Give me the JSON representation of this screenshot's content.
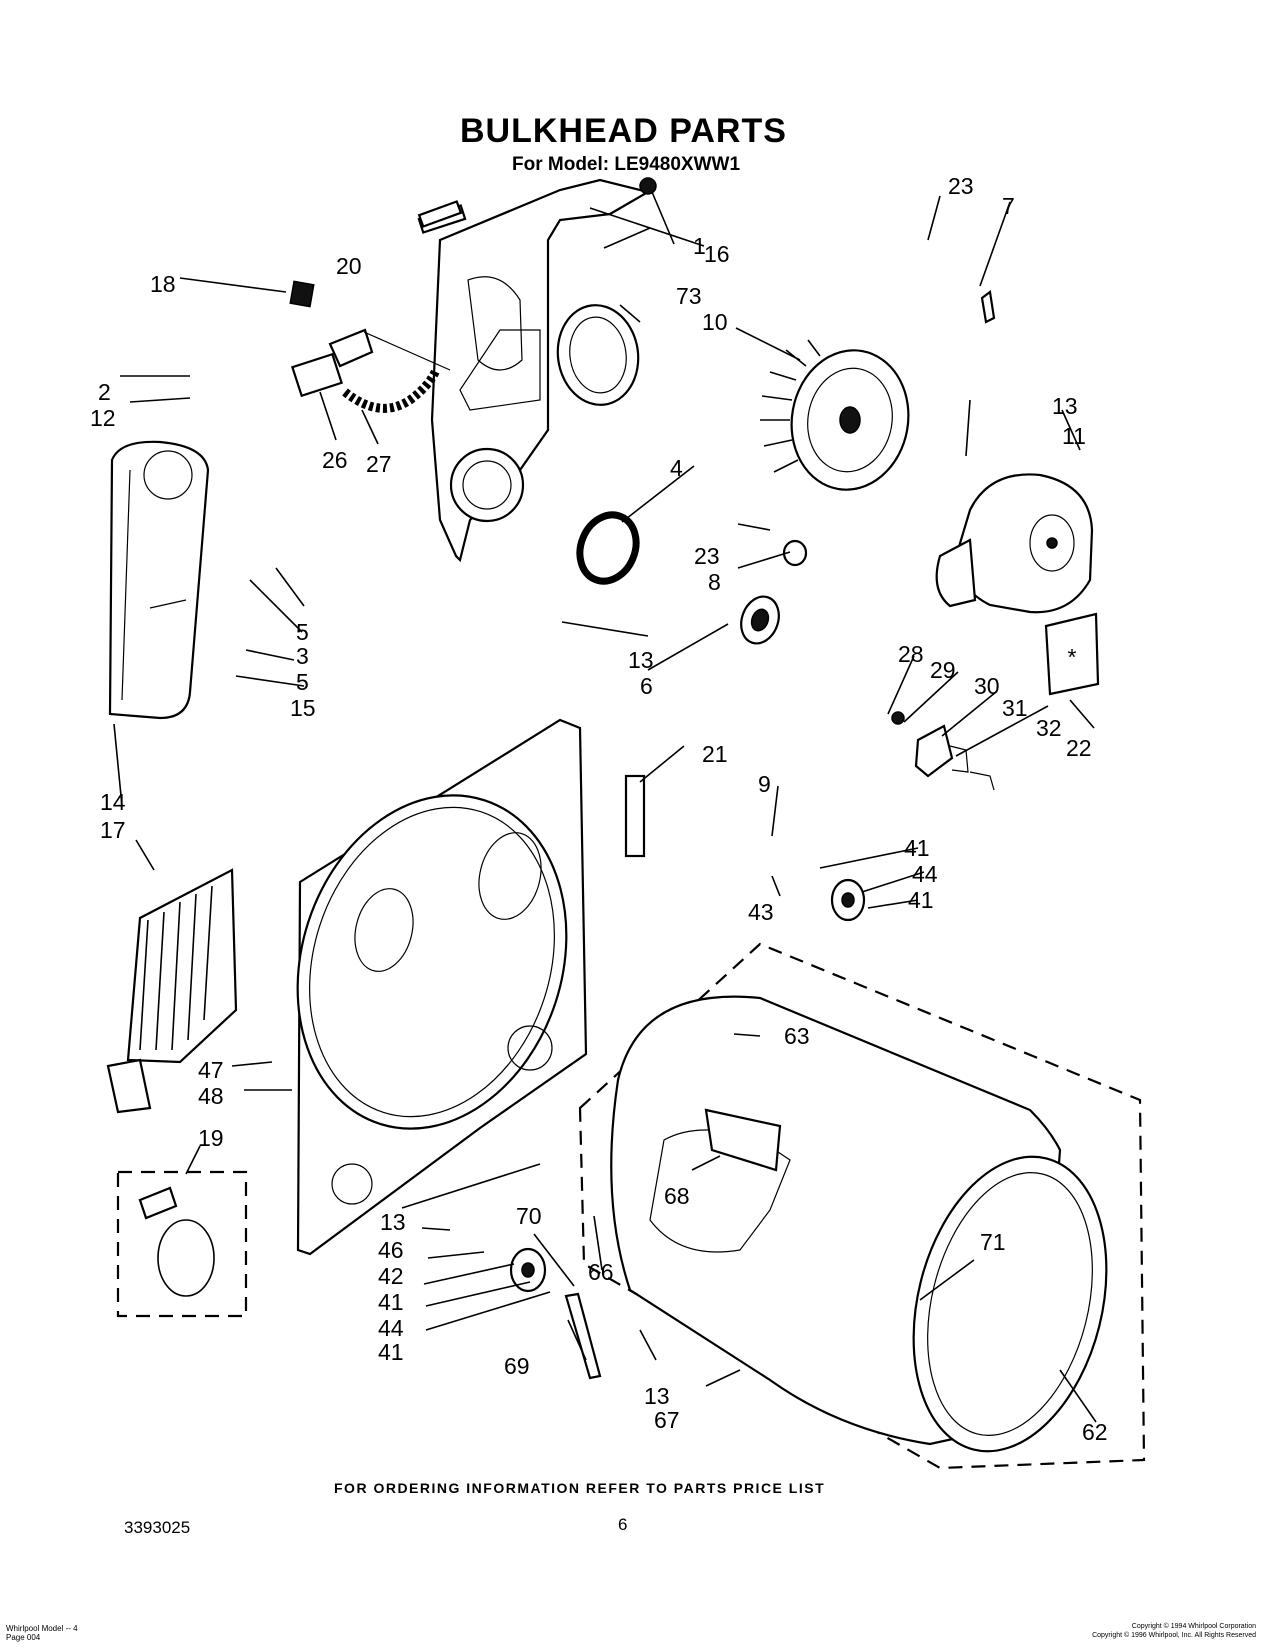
{
  "header": {
    "title": "BULKHEAD PARTS",
    "subtitle": "For Model: LE9480XWW1"
  },
  "callouts": [
    "1",
    "2",
    "3",
    "4",
    "5",
    "5",
    "6",
    "7",
    "8",
    "9",
    "10",
    "11",
    "12",
    "13",
    "13",
    "13",
    "13",
    "13",
    "14",
    "15",
    "16",
    "17",
    "18",
    "19",
    "20",
    "21",
    "22",
    "23",
    "23",
    "26",
    "27",
    "28",
    "29",
    "30",
    "31",
    "32",
    "41",
    "41",
    "41",
    "41",
    "42",
    "43",
    "44",
    "44",
    "46",
    "47",
    "48",
    "62",
    "63",
    "66",
    "67",
    "68",
    "69",
    "70",
    "71",
    "73"
  ],
  "footer": {
    "note": "FOR ORDERING INFORMATION REFER TO PARTS PRICE LIST",
    "doc_number": "3393025",
    "page_number": "6",
    "small_left": [
      "Whirlpool Model -- 4",
      "Page 004"
    ],
    "small_right": [
      "Copyright © 1994 Whirlpool Corporation",
      "Copyright © 1996 Whirlpool, Inc. All Rights Reserved"
    ]
  }
}
